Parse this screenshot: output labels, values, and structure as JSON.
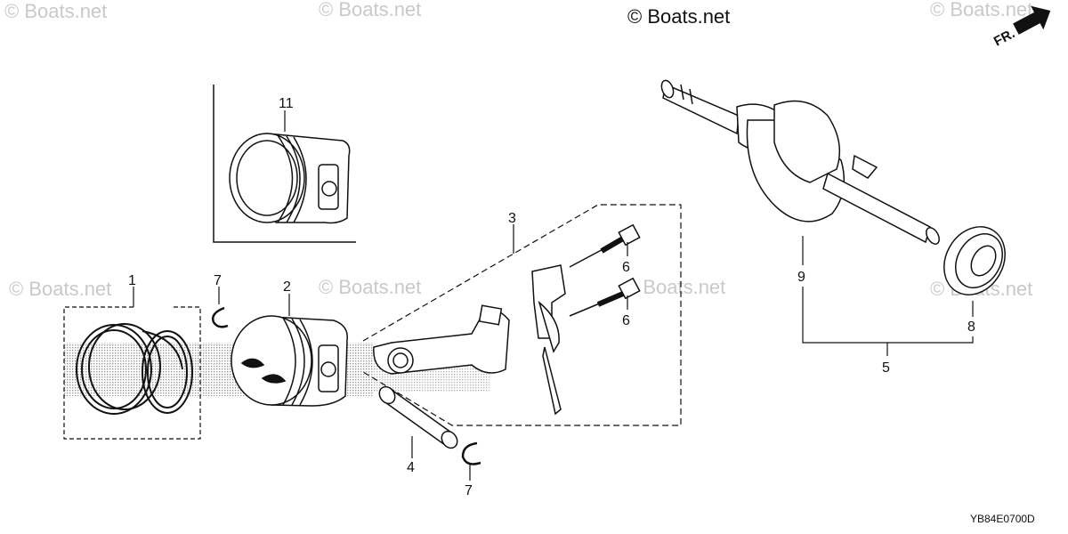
{
  "copyright": "© Boats.net",
  "watermarks": [
    "© Boats.net",
    "© Boats.net",
    "© Boats.net",
    "© Boats.net",
    "© Boats.net",
    "© Boats.net",
    "© Boats.net"
  ],
  "direction_label": "FR.",
  "diagram_code": "YB84E0700D",
  "callouts": [
    "1",
    "2",
    "3",
    "4",
    "5",
    "6",
    "6",
    "7",
    "7",
    "8",
    "9",
    "11"
  ],
  "colors": {
    "line": "#111111",
    "watermark": "#c9c9c9",
    "shade": "#bdbdbd"
  }
}
